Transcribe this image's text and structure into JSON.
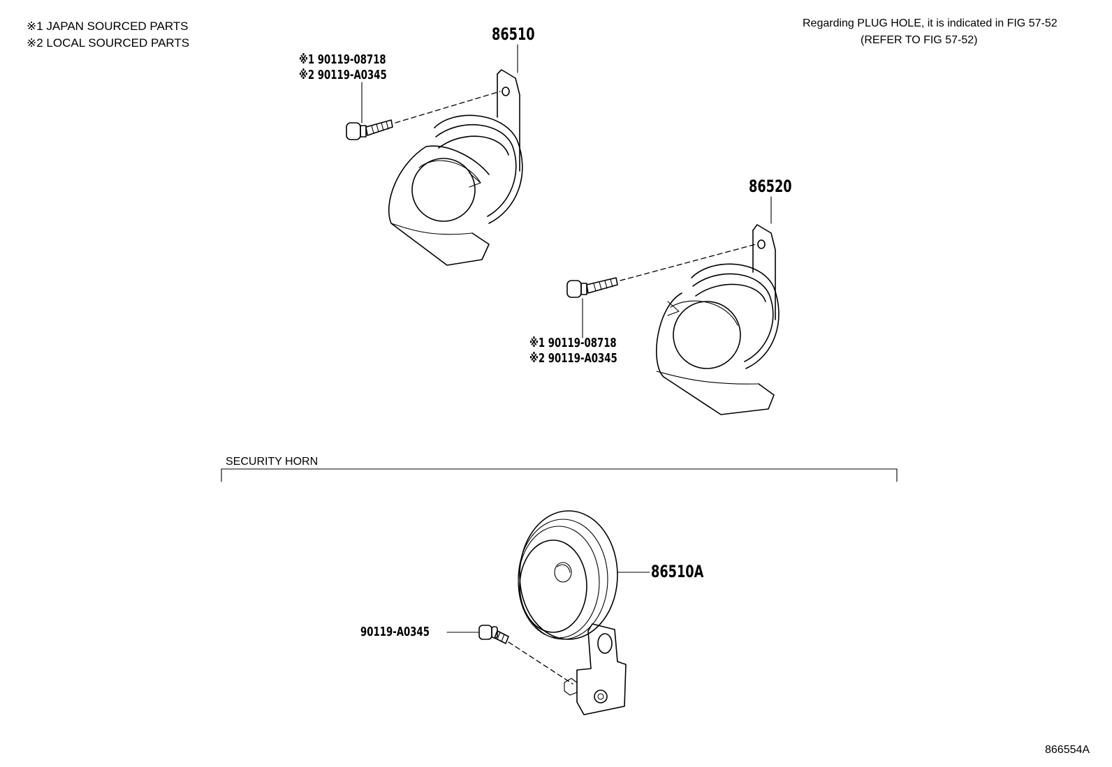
{
  "legend": {
    "line1": "※1 JAPAN SOURCED PARTS",
    "line2": "※2 LOCAL SOURCED PARTS"
  },
  "note": {
    "line1": "Regarding PLUG HOLE, it is indicated in FIG 57-52",
    "line2": "(REFER TO FIG 57-52)"
  },
  "horn_high": {
    "part_number": "86510",
    "bolt_label_1": "※1 90119-08718",
    "bolt_label_2": "※2 90119-A0345"
  },
  "horn_low": {
    "part_number": "86520",
    "bolt_label_1": "※1 90119-08718",
    "bolt_label_2": "※2 90119-A0345"
  },
  "security_horn": {
    "section_title": "SECURITY HORN",
    "part_number": "86510A",
    "bolt_label": "90119-A0345"
  },
  "figure_id": "866554A"
}
